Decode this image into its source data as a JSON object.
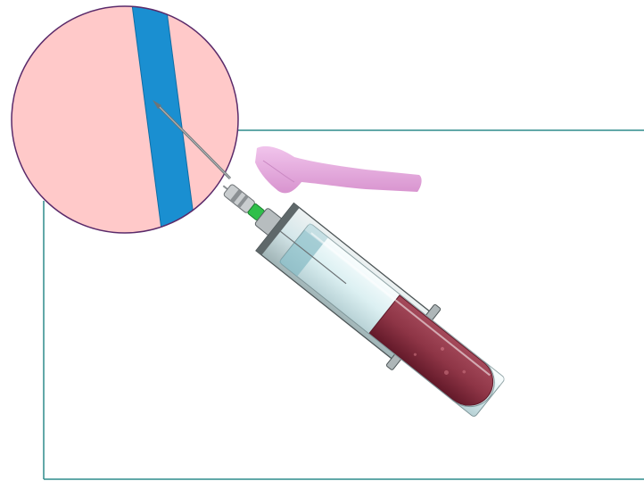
{
  "colors": {
    "background": "#ffffff",
    "frame": "#2e8b8b",
    "skin": "#ffc9c9",
    "vein": "#1a8fd1",
    "circle_outline": "#5a2a6a",
    "needle": "#7a7a7a",
    "holder_body": "#d8dcdc",
    "holder_tint": "#bfe6ec",
    "blood": "#8e3546",
    "blood_dark": "#6d1f30",
    "tourniquet": "#e8a8e0",
    "hub_green": "#2fbf4a"
  },
  "icons": {
    "magnifier": "magnified-vein-circle",
    "tourniquet": "tourniquet-strap",
    "tube": "vacutainer-tube"
  }
}
